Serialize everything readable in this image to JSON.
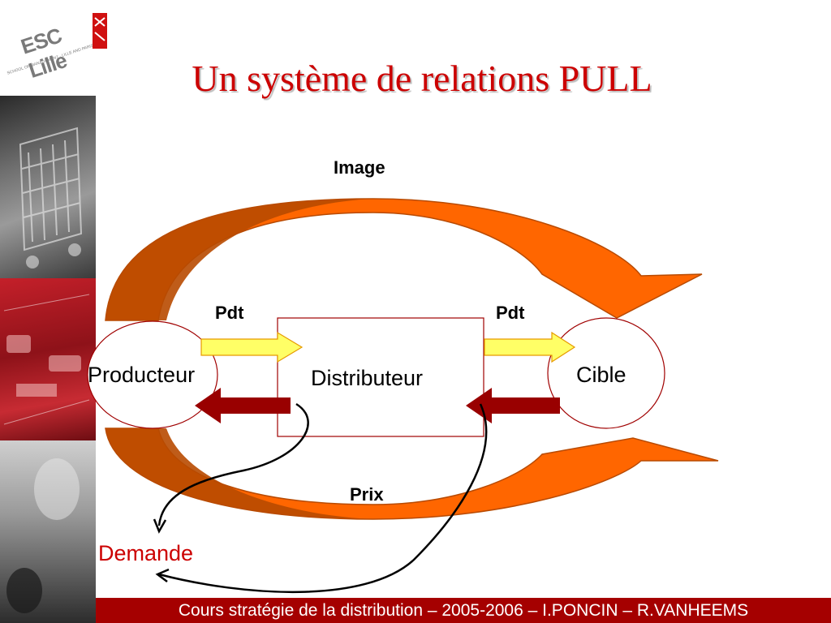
{
  "logo": {
    "name": "ESC Lille",
    "subtitle": "SCHOOL OF MANAGEMENT · LILLE AND PARIS"
  },
  "slide": {
    "title": "Un système de relations PULL"
  },
  "diagram": {
    "top_arc_label": "Image",
    "producer": "Producteur",
    "distributor": "Distributeur",
    "target": "Cible",
    "product_label_left": "Pdt",
    "product_label_right": "Pdt",
    "price_label": "Prix",
    "demand_label": "Demande"
  },
  "colors": {
    "title": "#cc0000",
    "arc_fill": "#ff6600",
    "arc_shadow": "#b84a00",
    "product_arrow": "#ffff66",
    "price_arrow": "#990000",
    "box_border": "#a00000",
    "footer_bg": "#a50000"
  },
  "footer": {
    "text": "Cours stratégie de la distribution – 2005-2006 – I.PONCIN – R.VANHEEMS"
  }
}
